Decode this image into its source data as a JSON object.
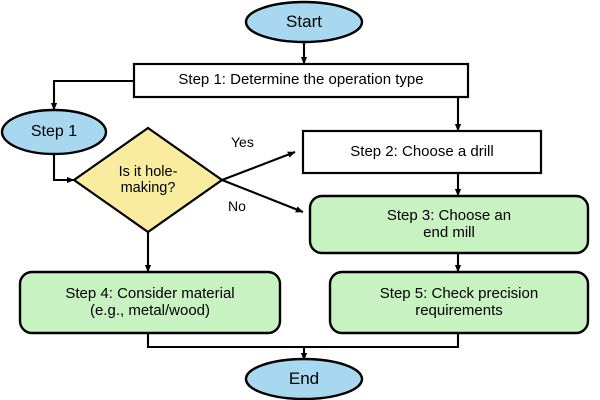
{
  "diagram": {
    "title": "Machining operation selection flowchart",
    "background": "#ffffff",
    "stroke_color": "#000000",
    "text_color": "#000000",
    "palette": {
      "terminator_fill": "#a8d8f0",
      "process_white_fill": "#ffffff",
      "process_green_fill": "#c9f2c2",
      "decision_fill": "#f9ec9e"
    },
    "nodes": {
      "start": {
        "label": "Start",
        "shape": "ellipse",
        "fill": "#a8d8f0"
      },
      "step1_box": {
        "label": "Step 1: Determine the operation type",
        "shape": "rectangle",
        "fill": "#ffffff"
      },
      "step1_ellipse": {
        "label": "Step 1",
        "shape": "ellipse",
        "fill": "#a8d8f0"
      },
      "decision": {
        "label": "Is it hole-\nmaking?",
        "shape": "diamond",
        "fill": "#f9ec9e"
      },
      "step2": {
        "label": "Step 2: Choose a drill",
        "shape": "rectangle",
        "fill": "#ffffff"
      },
      "step3": {
        "label": "Step 3: Choose an\nend mill",
        "shape": "rounded-rectangle",
        "fill": "#c9f2c2"
      },
      "step4": {
        "label": "Step 4: Consider material\n(e.g., metal/wood)",
        "shape": "rounded-rectangle",
        "fill": "#c9f2c2"
      },
      "step5": {
        "label": "Step 5: Check precision\nrequirements",
        "shape": "rounded-rectangle",
        "fill": "#c9f2c2"
      },
      "end": {
        "label": "End",
        "shape": "ellipse",
        "fill": "#a8d8f0"
      }
    },
    "edge_labels": {
      "yes": "Yes",
      "no": "No"
    }
  }
}
